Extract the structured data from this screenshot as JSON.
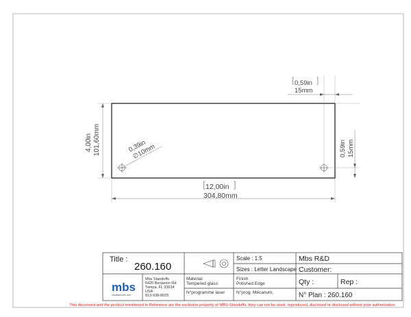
{
  "drawing": {
    "top_offset": {
      "inches": "0,59in",
      "mm": "15mm"
    },
    "right_offset": {
      "inches": "0,59in",
      "mm": "15mm"
    },
    "height": {
      "inches": "4,00in",
      "mm": "101,60mm"
    },
    "width": {
      "inches": "12,00in",
      "mm": "304,80mm"
    },
    "hole": {
      "inches": "0,39in",
      "mm": "∅10mm"
    }
  },
  "title_block": {
    "title_label": "Title :",
    "title_value": "260.160",
    "scale": "Scale : 1:5",
    "sizes": "Sizes : Letter Landscape",
    "company": "Mbs R&D",
    "customer": "Customer:",
    "logo_text": "mbs",
    "logo_sub": "mbsstandoffs.com",
    "address": [
      "Mbs Standoffs",
      "6420 Benjamin Rd",
      "Tampa, FL 33634",
      "USA",
      "813-938-8025"
    ],
    "material_label": "Material:",
    "material_value": "Tempered glass",
    "finish_label": "Finish",
    "finish_value": "Polished Edge",
    "qty": "Qty :",
    "rep": "Rep :",
    "laser_program": "N°programme laser",
    "mecanum_program": "N°prog. Mécanum.",
    "plan_number": "N° Plan : 260.160"
  },
  "disclaimer": "This document and the product mentioned in Reference are the exclusive property of MBS-Standoffs, they can not be used, reproduced, disclosed or disclosed without prior authorization",
  "colors": {
    "disclaimer": "#e02020",
    "logo_blue": "#1f5fae"
  }
}
